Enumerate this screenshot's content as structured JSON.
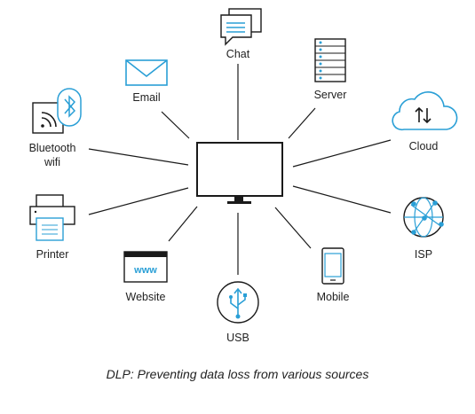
{
  "diagram": {
    "center": "computer-monitor",
    "nodes": {
      "chat": {
        "label": "Chat",
        "icon": "chat-bubbles-icon"
      },
      "email": {
        "label": "Email",
        "icon": "envelope-icon"
      },
      "server": {
        "label": "Server",
        "icon": "server-rack-icon"
      },
      "bluetooth": {
        "label_line1": "Bluetooth",
        "label_line2": "wifi",
        "icon": "bluetooth-wifi-icon"
      },
      "cloud": {
        "label": "Cloud",
        "icon": "cloud-sync-icon"
      },
      "printer": {
        "label": "Printer",
        "icon": "printer-icon"
      },
      "isp": {
        "label": "ISP",
        "icon": "globe-network-icon"
      },
      "website": {
        "label": "Website",
        "icon": "browser-www-icon",
        "text": "www"
      },
      "mobile": {
        "label": "Mobile",
        "icon": "smartphone-icon"
      },
      "usb": {
        "label": "USB",
        "icon": "usb-icon"
      }
    }
  },
  "caption": "DLP: Preventing data loss from various sources",
  "colors": {
    "line": "#1a1a1a",
    "accent": "#2a9fd6",
    "background": "#ffffff"
  }
}
